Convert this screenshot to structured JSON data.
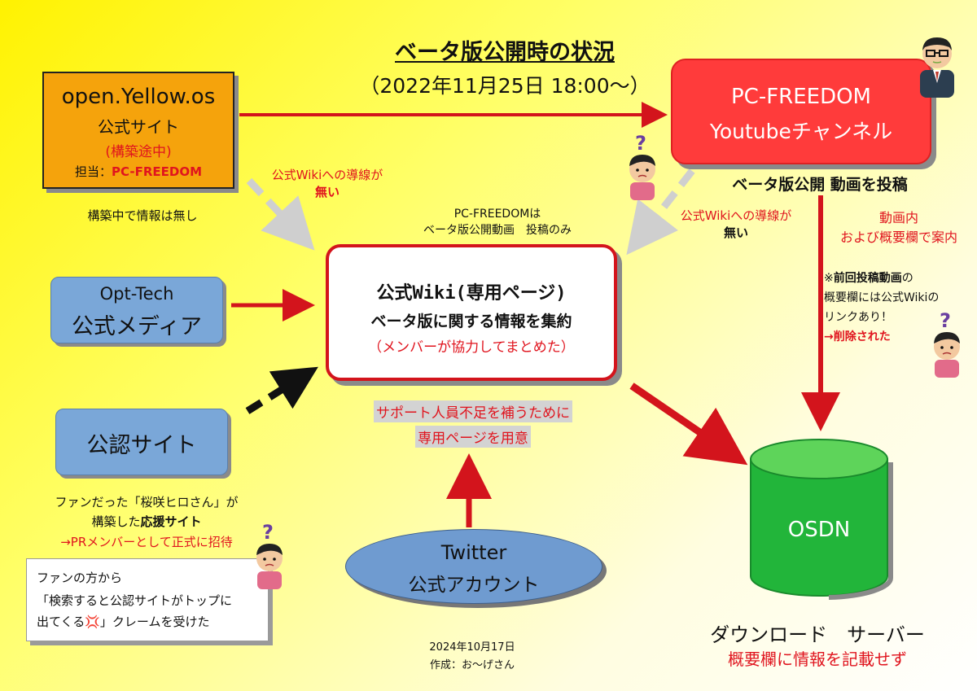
{
  "title": "ベータ版公開時の状況",
  "subtitle": "（2022年11月25日 18:00〜）",
  "official_site": {
    "name": "open.Yellow.os",
    "sub": "公式サイト",
    "status": "(構築途中)",
    "owner_prefix": "担当：",
    "owner_name": "PC-FREEDOM",
    "note": "構築中で情報は無し"
  },
  "youtube": {
    "name": "PC-FREEDOM",
    "sub": "Youtubeチャンネル",
    "post_label": "ベータ版公開 動画を投稿"
  },
  "wiki": {
    "title": "公式Wiki(専用ページ)",
    "sub": "ベータ版に関する情報を集約",
    "note": "（メンバーが協力してまとめた）"
  },
  "opt_tech": {
    "name": "Opt-Tech",
    "sub": "公式メディア"
  },
  "authorized_site": {
    "name": "公認サイト",
    "note_line1": "ファンだった「桜咲ヒロさん」が",
    "note_line2_a": "構築した",
    "note_line2_b": "応援サイト",
    "note_line3": "→PRメンバーとして正式に招待"
  },
  "complaint": {
    "line1": "ファンの方から",
    "line2": "「検索すると公認サイトがトップに",
    "line3": "出てくる💢」クレームを受けた"
  },
  "support": {
    "line1": "サポート人員不足を補うために",
    "line2": "専用ページを用意"
  },
  "twitter": {
    "name": "Twitter",
    "sub": "公式アカウント"
  },
  "footer": {
    "date": "2024年10月17日",
    "author": "作成：お〜げさん"
  },
  "labels": {
    "no_link_left_1": "公式Wikiへの導線が",
    "no_link_left_2": "無い",
    "no_link_right_1": "公式Wikiへの導線が",
    "no_link_right_2": "無い",
    "pcf_note_1": "PC-FREEDOMは",
    "pcf_note_2": "ベータ版公開動画　投稿のみ",
    "video_guide_1": "動画内",
    "video_guide_2": "および概要欄で案内",
    "prev_note_1a": "※",
    "prev_note_1b": "前回投稿動画",
    "prev_note_1c": "の",
    "prev_note_2": "概要欄には公式Wikiの",
    "prev_note_3": "リンクあり！",
    "prev_note_4": "→削除された"
  },
  "osdn": {
    "name": "OSDN",
    "download_label": "ダウンロード　サーバー",
    "note": "概要欄に情報を記載せず"
  },
  "question_mark": "?",
  "colors": {
    "arrow_red": "#d3141c",
    "arrow_gray": "#cfcfcf",
    "cylinder_green": "#22b53a",
    "cylinder_top": "#5ed45a"
  }
}
